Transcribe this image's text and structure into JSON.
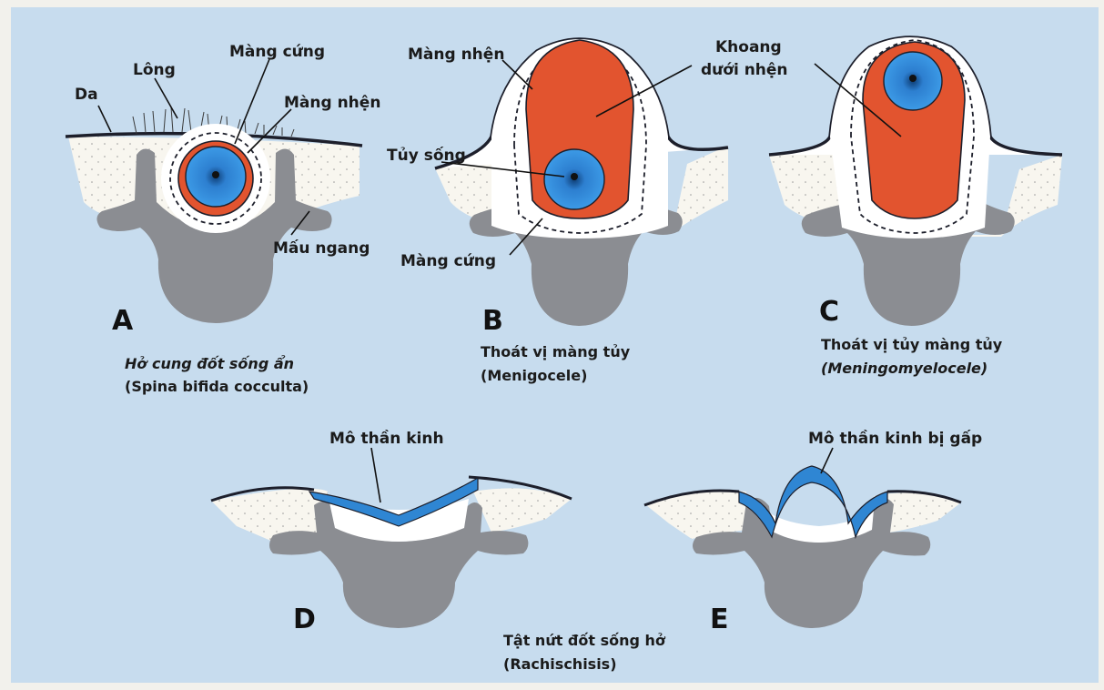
{
  "panels": {
    "A": {
      "letter": "A",
      "caption_line1": "Hở cung đốt sống ẩn",
      "caption_line2": "(Spina bifida cocculta)"
    },
    "B": {
      "letter": "B",
      "caption_line1": "Thoát vị màng tủy",
      "caption_line2": "(Menigocele)"
    },
    "C": {
      "letter": "C",
      "caption_line1": "Thoát vị tủy màng tủy",
      "caption_line2": "(Meningomyelocele)"
    },
    "D": {
      "letter": "D"
    },
    "E": {
      "letter": "E"
    },
    "DE": {
      "caption_line1": "Tật nứt đốt sống hở",
      "caption_line2": "(Rachischisis)"
    }
  },
  "labels": {
    "da": "Da",
    "long": "Lông",
    "mang_cung_a": "Màng cứng",
    "mang_nhen_a": "Màng nhện",
    "mau_ngang": "Mấu ngang",
    "mang_nhen_b": "Màng nhện",
    "tuy_song": "Tủy sống",
    "mang_cung_b": "Màng cứng",
    "khoang_line1": "Khoang",
    "khoang_line2": "dưới nhện",
    "mo_than_kinh": "Mô thần kinh",
    "mo_than_kinh_gap": "Mô thần kinh bị gấp"
  },
  "colors": {
    "background": "#c7dcee",
    "frame": "#f2f1ec",
    "bone": "#8a8c91",
    "skin_tissue": "#f7f5ee",
    "csf_red": "#e2542f",
    "cord_blue": "#2f86d3",
    "outline": "#1d1f2b"
  }
}
